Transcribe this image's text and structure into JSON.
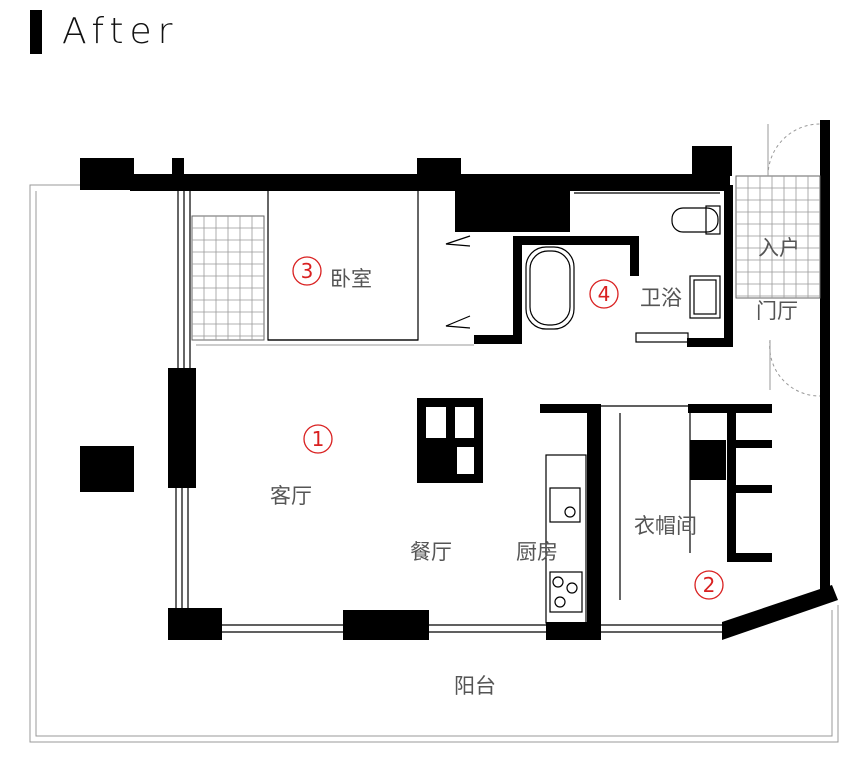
{
  "header": {
    "title": "After"
  },
  "rooms": {
    "bedroom": "卧室",
    "bathroom": "卫浴",
    "entrance_a": "入户",
    "entrance_b": "门厅",
    "living": "客厅",
    "dining": "餐厅",
    "kitchen": "厨房",
    "cloakroom": "衣帽间",
    "balcony": "阳台"
  },
  "markers": {
    "m1": "1",
    "m2": "2",
    "m3": "3",
    "m4": "4"
  }
}
